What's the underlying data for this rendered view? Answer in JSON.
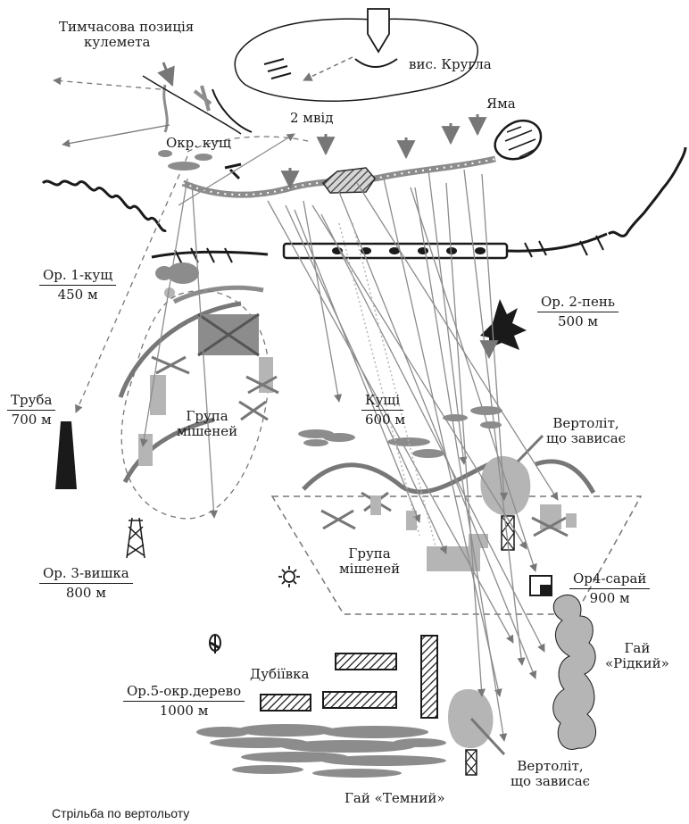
{
  "labels": {
    "temp_position": [
      "Тимчасова позиція",
      "кулемета"
    ],
    "hill": "вис. Кругла",
    "pit": "Яма",
    "bush_round": "Окр. кущ",
    "two_bears": "2 мвід",
    "or1": {
      "name": "Ор. 1-кущ",
      "dist": "450 м"
    },
    "or2": {
      "name": "Ор. 2-пень",
      "dist": "500 м"
    },
    "pipe": {
      "name": "Труба",
      "dist": "700 м"
    },
    "bushes": {
      "name": "Кущі",
      "dist": "600 м"
    },
    "targets_left": [
      "Група",
      "мішеней"
    ],
    "targets_right": [
      "Група",
      "мішеней"
    ],
    "heli_top": [
      "Вертоліт,",
      "що зависає"
    ],
    "or3": {
      "name": "Ор. 3-вишка",
      "dist": "800 м"
    },
    "or4": {
      "name": "Ор4-сарай",
      "dist": "900 м"
    },
    "or5": {
      "name": "Ор.5-окр.дерево",
      "dist": "1000 м"
    },
    "village": "Дубіївка",
    "grove_sparse": [
      "Гай",
      "«Рідкий»"
    ],
    "grove_dark": "Гай «Темний»",
    "heli_bottom": [
      "Вертоліт,",
      "що зависає"
    ],
    "caption": "Стрільба по вертольоту"
  },
  "colors": {
    "ink": "#1a1a1a",
    "gray": "#777777",
    "mid_gray": "#8c8c8c",
    "light_gray": "#b5b5b5",
    "pale_gray": "#d0d0d0"
  },
  "icons": [
    "barbed-wire-icon",
    "tree-stump-icon",
    "chimney-icon",
    "watch-tower-icon",
    "shed-icon",
    "round-tree-icon",
    "helicopter-icon",
    "hillside-icon",
    "pit-icon",
    "rock-icon",
    "sun-marker-icon"
  ]
}
